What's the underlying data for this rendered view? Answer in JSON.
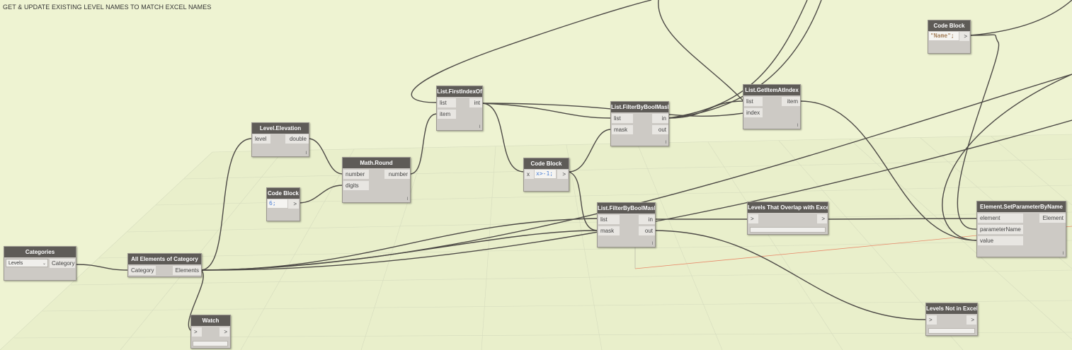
{
  "group_title": "GET & UPDATE EXISTING LEVEL NAMES TO MATCH EXCEL NAMES",
  "nodes": {
    "categories": {
      "title": "Categories",
      "dropdown_value": "Levels",
      "out": "Category"
    },
    "all_elements": {
      "title": "All Elements of Category",
      "in": "Category",
      "out": "Elements"
    },
    "watch": {
      "title": "Watch",
      "in": ">",
      "out": ">"
    },
    "level_elevation": {
      "title": "Level.Elevation",
      "in": "level",
      "out": "double",
      "lacing": "l"
    },
    "code_block_6": {
      "title": "Code Block",
      "code": "6;",
      "out": ">"
    },
    "math_round": {
      "title": "Math.Round",
      "in1": "number",
      "in2": "digits",
      "out": "number",
      "lacing": "l"
    },
    "first_index_of": {
      "title": "List.FirstIndexOf",
      "in1": "list",
      "in2": "item",
      "out": "int",
      "lacing": "l"
    },
    "code_block_x": {
      "title": "Code Block",
      "in": "x",
      "code": "x>-1;",
      "out": ">"
    },
    "filter_bool_mask_top": {
      "title": "List.FilterByBoolMask",
      "in1": "list",
      "in2": "mask",
      "out1": "in",
      "out2": "out",
      "lacing": "l"
    },
    "get_item_at_index": {
      "title": "List.GetItemAtIndex",
      "in1": "list",
      "in2": "index",
      "out": "item",
      "lacing": "l"
    },
    "filter_bool_mask_bottom": {
      "title": "List.FilterByBoolMask",
      "in1": "list",
      "in2": "mask",
      "out1": "in",
      "out2": "out",
      "lacing": "l"
    },
    "levels_overlap": {
      "title": "Levels That Overlap with Excel",
      "in": ">",
      "out": ">"
    },
    "code_block_name": {
      "title": "Code Block",
      "code": "\"Name\";",
      "out": ">"
    },
    "set_param": {
      "title": "Element.SetParameterByName",
      "in1": "element",
      "in2": "parameterName",
      "in3": "value",
      "out": "Element",
      "lacing": "l"
    },
    "levels_not_in_excel": {
      "title": "Levels Not in Excel",
      "in": ">",
      "out": ">"
    }
  }
}
